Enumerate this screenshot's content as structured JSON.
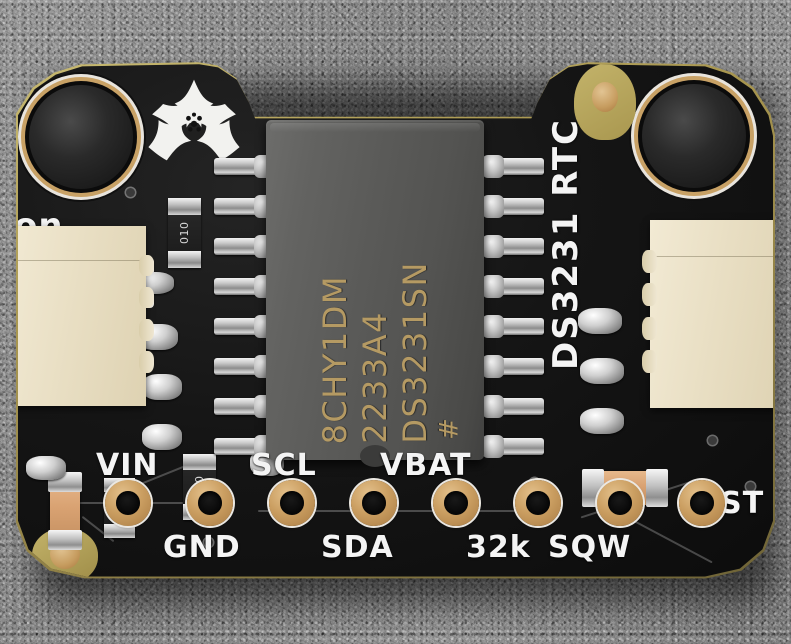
{
  "scene": {
    "subject": "Adafruit DS3231 Precision RTC breakout board (top view photo)",
    "background_color": "#8b8b8b",
    "pcb_color": "#151515",
    "pcb_edge_color": "#a8964f",
    "silkscreen_color": "#f4f4f4",
    "gold_pad_color": "#cb9f62",
    "connector_color": "#e9dfc4"
  },
  "board": {
    "silkscreen_product_label": "DS3231 RTC",
    "silkscreen_led_label": "on",
    "logo_name": "adafruit-flower-logo"
  },
  "chip": {
    "name": "DS3231SN real-time clock IC",
    "package": "SOIC-16",
    "body_color": "#5a5a58",
    "marking_color": "#b59a63",
    "marking_lines": [
      "DS3231SN",
      "2233A4",
      "8CHY1DM"
    ],
    "date_mark": "#",
    "leads_per_side": 8
  },
  "header": {
    "pad_count": 8,
    "top_labels": [
      {
        "text": "VIN",
        "pad_index": 0
      },
      {
        "text": "SCL",
        "pad_index": 2
      },
      {
        "text": "VBAT",
        "pad_index": 4
      }
    ],
    "bottom_labels": [
      {
        "text": "GND",
        "pad_index": 1
      },
      {
        "text": "SDA",
        "pad_index": 3
      },
      {
        "text": "32k",
        "pad_index": 5
      },
      {
        "text": "SQW",
        "pad_index": 6
      }
    ],
    "side_labels": [
      {
        "text": "RST",
        "pad_index": 7
      }
    ],
    "pin_order": [
      "VIN",
      "GND",
      "SCL",
      "SDA",
      "VBAT",
      "32k",
      "SQW",
      "RST"
    ]
  },
  "connectors": [
    {
      "name": "stemma-qt-connector-left",
      "type": "JST SH 4-pin",
      "pins": 4
    },
    {
      "name": "stemma-qt-connector-right",
      "type": "JST SH 4-pin",
      "pins": 4
    }
  ],
  "mounting_holes": [
    {
      "name": "mounting-hole-top-left"
    },
    {
      "name": "mounting-hole-top-right"
    }
  ],
  "passives": {
    "resistor_code": "010",
    "resistor_count": 5,
    "capacitor_count": 2,
    "led_name": "power-status-led",
    "led_color": "#dcc97e"
  }
}
